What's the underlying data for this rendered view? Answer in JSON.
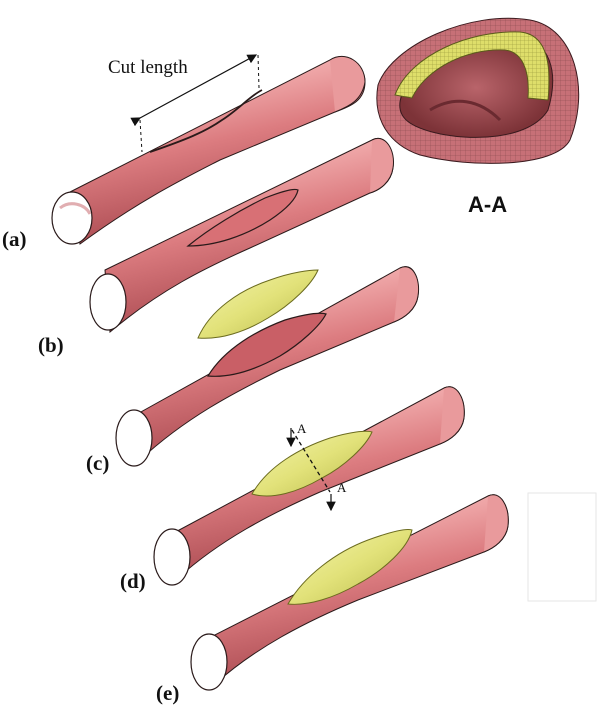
{
  "labels": {
    "cut_length": "Cut length",
    "section_title": "A-A",
    "section_marker_top": "A",
    "section_marker_bottom": "A"
  },
  "panels": [
    {
      "id": "a",
      "label": "(a)",
      "plaque": false,
      "cut": true
    },
    {
      "id": "b",
      "label": "(b)",
      "plaque": false,
      "cut": true
    },
    {
      "id": "c",
      "label": "(c)",
      "plaque": true,
      "cut": false
    },
    {
      "id": "d",
      "label": "(d)",
      "plaque": true,
      "cut": false
    },
    {
      "id": "e",
      "label": "(e)",
      "plaque": true,
      "cut": false
    }
  ],
  "colors": {
    "vessel": "#d9777b",
    "vessel_dark": "#a8474d",
    "vessel_light": "#f2b3b3",
    "plaque": "#e4e480",
    "plaque_dark": "#b3b34a",
    "outline": "#2a1a1a"
  }
}
